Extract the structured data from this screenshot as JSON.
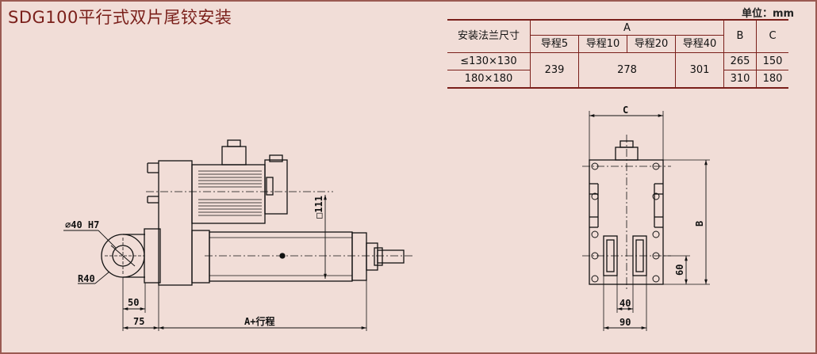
{
  "title": "SDG100平行式双片尾铰安装",
  "unit": "单位：mm",
  "table": {
    "size_header": "安装法兰尺寸",
    "a_header": "A",
    "b_header": "B",
    "c_header": "C",
    "leads": [
      "导程5",
      "导程10",
      "导程20",
      "导程40"
    ],
    "rows": [
      {
        "size": "≤130×130",
        "b": "265",
        "c": "150"
      },
      {
        "size": "180×180",
        "b": "310",
        "c": "180"
      }
    ],
    "a_values": {
      "lead5": "239",
      "lead10_20": "278",
      "lead40": "301"
    }
  },
  "side_view": {
    "hole": "⌀40 H7",
    "radius": "R40",
    "dim_50": "50",
    "dim_75": "75",
    "dim_stroke": "A+行程",
    "dim_square": "□111"
  },
  "end_view": {
    "dim_c": "C",
    "dim_b": "B",
    "dim_60": "60",
    "dim_40": "40",
    "dim_90": "90"
  },
  "colors": {
    "background": "#f1ddd7",
    "accent": "#7a1f1a",
    "line": "#111111"
  }
}
